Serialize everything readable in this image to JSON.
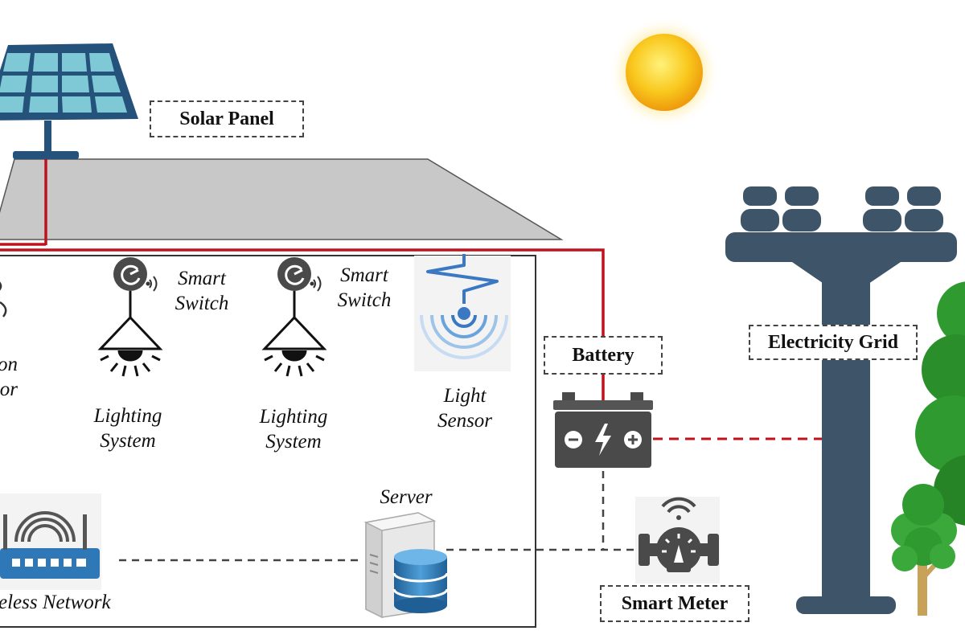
{
  "labels": {
    "solar_panel": "Solar Panel",
    "battery": "Battery",
    "electricity_grid": "Electricity Grid",
    "smart_meter": "Smart Meter",
    "server": "Server",
    "wireless_network": "eless Network",
    "light_sensor_line1": "Light",
    "light_sensor_line2": "Sensor",
    "smart_switch_1_line1": "Smart",
    "smart_switch_1_line2": "Switch",
    "smart_switch_2_line1": "Smart",
    "smart_switch_2_line2": "Switch",
    "lighting_1_line1": "Lighting",
    "lighting_1_line2": "System",
    "lighting_2_line1": "Lighting",
    "lighting_2_line2": "System",
    "occupancy_partial_line1": "on",
    "occupancy_partial_line2": "or"
  },
  "colors": {
    "power_line": "#c0121c",
    "data_line": "#444444",
    "roof": "#c8c8c8",
    "pole": "#3d5469",
    "panel_frame": "#25527a",
    "panel_cell": "#7fc9d6",
    "router": "#2f78b8",
    "tree_green": "#2f9a2f",
    "sun": "#f7c21a"
  },
  "icons": [
    "sun-icon",
    "solar-panel-icon",
    "power-pole-icon",
    "battery-icon",
    "smart-meter-icon",
    "server-icon",
    "router-icon",
    "light-sensor-icon",
    "smart-switch-icon",
    "lamp-icon",
    "tree-icon"
  ]
}
